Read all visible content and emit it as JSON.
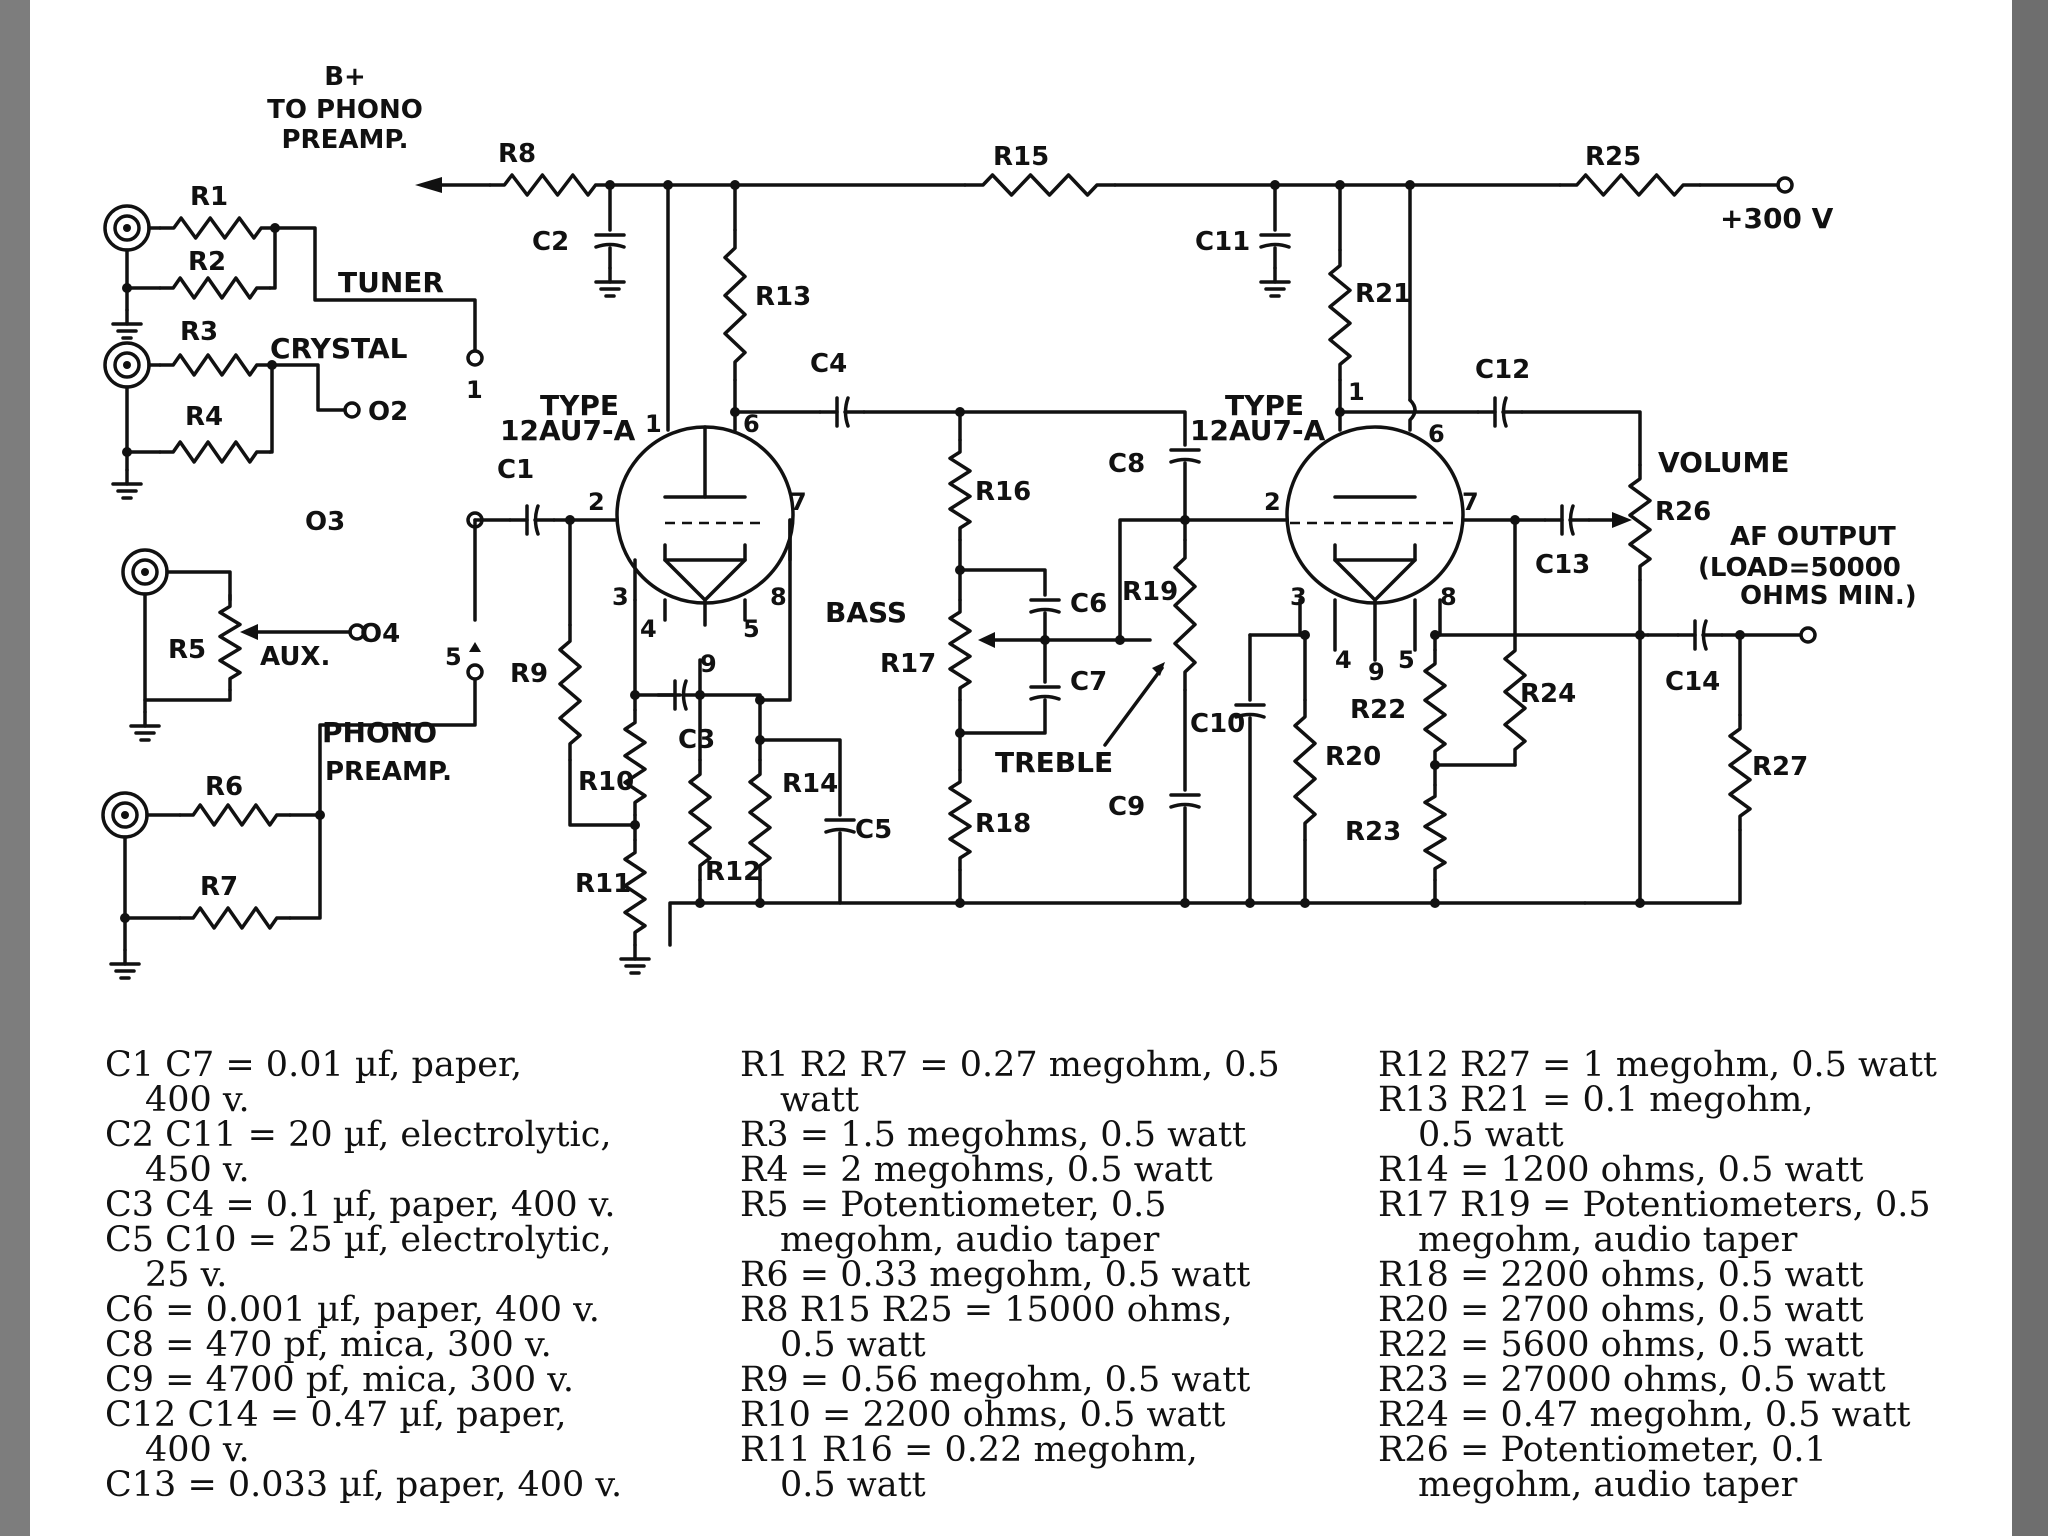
{
  "schematic": {
    "labels": {
      "bplus": "B+",
      "to_phono": "TO PHONO",
      "preamp_top": "PREAMP.",
      "tuner": "TUNER",
      "crystal": "CRYSTAL",
      "aux": "AUX.",
      "phono": "PHONO",
      "preamp": "PREAMP.",
      "type1a": "TYPE",
      "type1b": "12AU7-A",
      "type2a": "TYPE",
      "type2b": "12AU7-A",
      "bass": "BASS",
      "treble": "TREBLE",
      "volume": "VOLUME",
      "af1": "AF OUTPUT",
      "af2": "(LOAD=50000",
      "af3": "OHMS MIN.)",
      "supply": "+300 V"
    },
    "switch_positions": [
      "1",
      "O2",
      "O3",
      "O4",
      "5"
    ],
    "tube_pins": [
      "1",
      "2",
      "3",
      "4",
      "5",
      "6",
      "7",
      "8",
      "9"
    ],
    "components": {
      "R1": "R1",
      "R2": "R2",
      "R3": "R3",
      "R4": "R4",
      "R5": "R5",
      "R6": "R6",
      "R7": "R7",
      "R8": "R8",
      "R9": "R9",
      "R10": "R10",
      "R11": "R11",
      "R12": "R12",
      "R13": "R13",
      "R14": "R14",
      "R15": "R15",
      "R16": "R16",
      "R17": "R17",
      "R18": "R18",
      "R19": "R19",
      "R20": "R20",
      "R21": "R21",
      "R22": "R22",
      "R23": "R23",
      "R24": "R24",
      "R25": "R25",
      "R26": "R26",
      "R27": "R27",
      "C1": "C1",
      "C2": "C2",
      "C3": "C3",
      "C4": "C4",
      "C5": "C5",
      "C6": "C6",
      "C7": "C7",
      "C8": "C8",
      "C9": "C9",
      "C10": "C10",
      "C11": "C11",
      "C12": "C12",
      "C13": "C13",
      "C14": "C14"
    }
  },
  "parts_list": {
    "col1": [
      {
        "text": "C1 C7 = 0.01 µf, paper,",
        "indent": false
      },
      {
        "text": "400 v.",
        "indent": true
      },
      {
        "text": "C2 C11 = 20 µf, electrolytic,",
        "indent": false
      },
      {
        "text": "450 v.",
        "indent": true
      },
      {
        "text": "C3 C4 = 0.1 µf, paper, 400 v.",
        "indent": false
      },
      {
        "text": "C5 C10 = 25 µf, electrolytic,",
        "indent": false
      },
      {
        "text": "25 v.",
        "indent": true
      },
      {
        "text": "C6 = 0.001 µf, paper, 400 v.",
        "indent": false
      },
      {
        "text": "C8 = 470 pf, mica, 300 v.",
        "indent": false
      },
      {
        "text": "C9 = 4700 pf, mica, 300 v.",
        "indent": false
      },
      {
        "text": "C12 C14 = 0.47 µf, paper,",
        "indent": false
      },
      {
        "text": "400 v.",
        "indent": true
      },
      {
        "text": "C13 = 0.033 µf, paper, 400 v.",
        "indent": false
      }
    ],
    "col2": [
      {
        "text": "R1 R2 R7 = 0.27 megohm, 0.5",
        "indent": false
      },
      {
        "text": "watt",
        "indent": true
      },
      {
        "text": "R3 = 1.5 megohms, 0.5 watt",
        "indent": false
      },
      {
        "text": "R4 = 2 megohms, 0.5 watt",
        "indent": false
      },
      {
        "text": "R5 = Potentiometer, 0.5",
        "indent": false
      },
      {
        "text": "megohm, audio taper",
        "indent": true
      },
      {
        "text": "R6 = 0.33 megohm, 0.5 watt",
        "indent": false
      },
      {
        "text": "R8 R15 R25 = 15000 ohms,",
        "indent": false
      },
      {
        "text": "0.5 watt",
        "indent": true
      },
      {
        "text": "R9 = 0.56 megohm, 0.5 watt",
        "indent": false
      },
      {
        "text": "R10 = 2200 ohms, 0.5 watt",
        "indent": false
      },
      {
        "text": "R11 R16 = 0.22 megohm,",
        "indent": false
      },
      {
        "text": "0.5 watt",
        "indent": true
      }
    ],
    "col3": [
      {
        "text": "R12 R27 = 1 megohm, 0.5 watt",
        "indent": false
      },
      {
        "text": "R13 R21 = 0.1 megohm,",
        "indent": false
      },
      {
        "text": "0.5 watt",
        "indent": true
      },
      {
        "text": "R14 = 1200 ohms, 0.5 watt",
        "indent": false
      },
      {
        "text": "R17 R19 = Potentiometers, 0.5",
        "indent": false
      },
      {
        "text": "megohm, audio taper",
        "indent": true
      },
      {
        "text": "R18 = 2200 ohms, 0.5 watt",
        "indent": false
      },
      {
        "text": "R20 = 2700 ohms, 0.5 watt",
        "indent": false
      },
      {
        "text": "R22 = 5600 ohms, 0.5 watt",
        "indent": false
      },
      {
        "text": "R23 = 27000 ohms, 0.5 watt",
        "indent": false
      },
      {
        "text": "R24 = 0.47 megohm, 0.5 watt",
        "indent": false
      },
      {
        "text": "R26 = Potentiometer, 0.1",
        "indent": false
      },
      {
        "text": "megohm, audio taper",
        "indent": true
      }
    ]
  }
}
